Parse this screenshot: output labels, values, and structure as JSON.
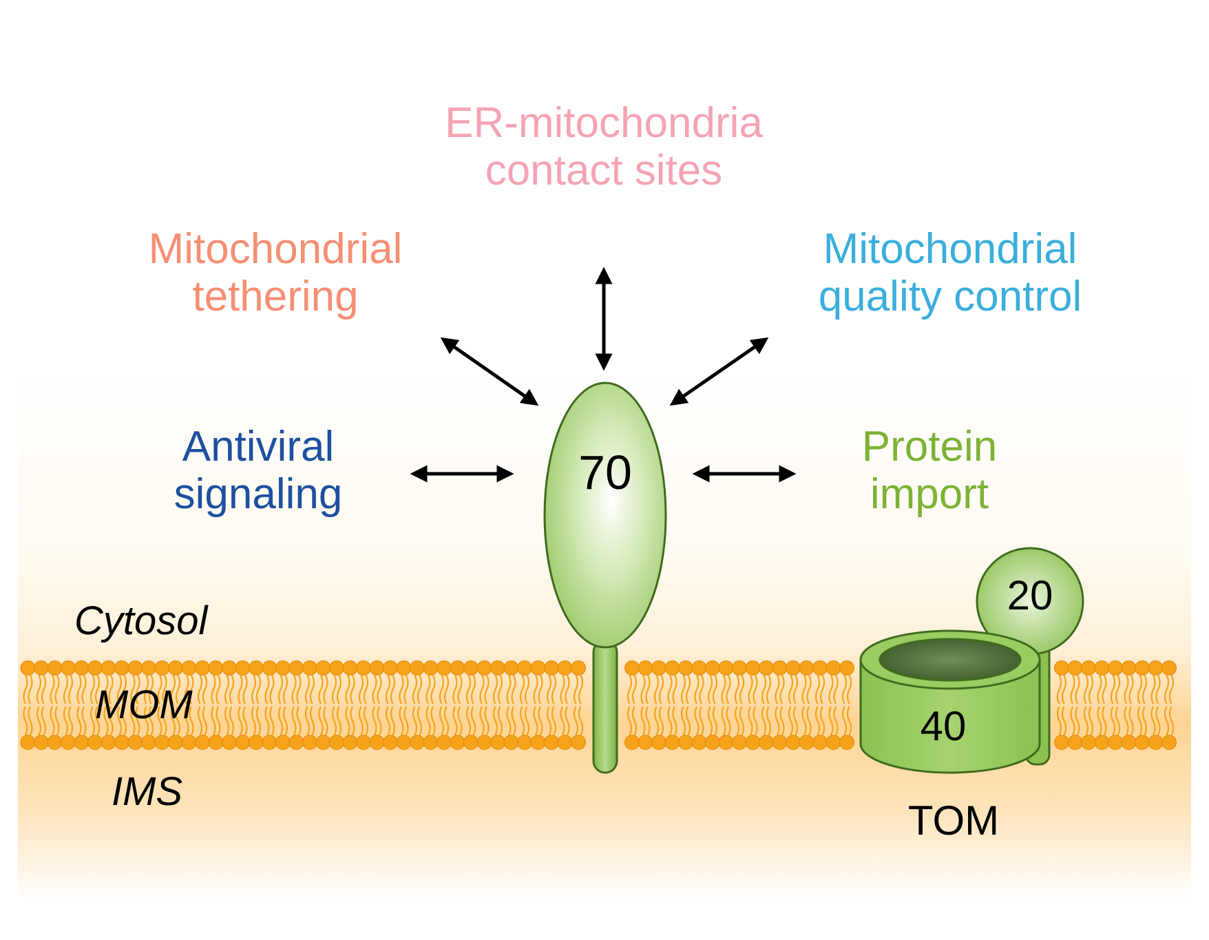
{
  "functions": {
    "er_contact": {
      "lines": [
        "ER-mitochondria",
        "contact sites"
      ],
      "color": "#f4a3b3"
    },
    "tethering": {
      "lines": [
        "Mitochondrial",
        "tethering"
      ],
      "color": "#f58f73"
    },
    "quality_control": {
      "lines": [
        "Mitochondrial",
        "quality control"
      ],
      "color": "#3aaedc"
    },
    "antiviral": {
      "lines": [
        "Antiviral",
        "signaling"
      ],
      "color": "#1d4fa0"
    },
    "protein_import": {
      "lines": [
        "Protein",
        "import"
      ],
      "color": "#7cb235"
    }
  },
  "compartments": {
    "cytosol": "Cytosol",
    "mom": "MOM",
    "ims": "IMS"
  },
  "proteins": {
    "tom70": "70",
    "tom20": "20",
    "tom40": "40",
    "complex": "TOM"
  },
  "colors": {
    "protein_green": "#8cc152",
    "protein_outline": "#3f6b1e",
    "membrane_orange": "#f7a21b",
    "ims_orange": "#fdd08a"
  }
}
